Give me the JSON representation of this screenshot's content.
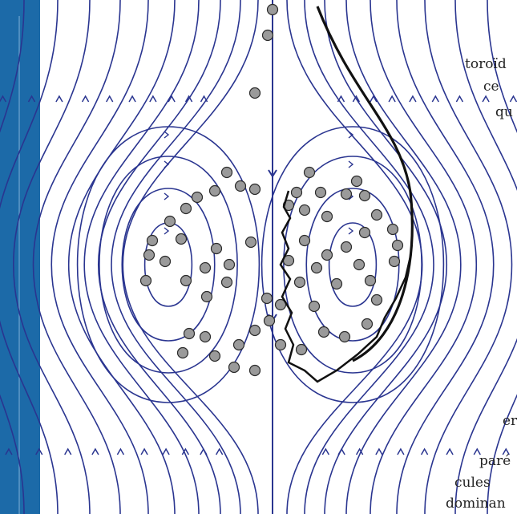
{
  "page": {
    "sidebar_color": "#1c6aa8",
    "panel_color": "#ffffff"
  },
  "diagram": {
    "stream_color": "#2a3590",
    "path_color": "#111111",
    "particle_fill": "#9a9a9a",
    "particle_stroke": "#2a2a2a"
  },
  "text_fragments": [
    "toroïd",
    "ce",
    "qu",
    "er",
    "paré",
    "cules",
    "dominan"
  ]
}
